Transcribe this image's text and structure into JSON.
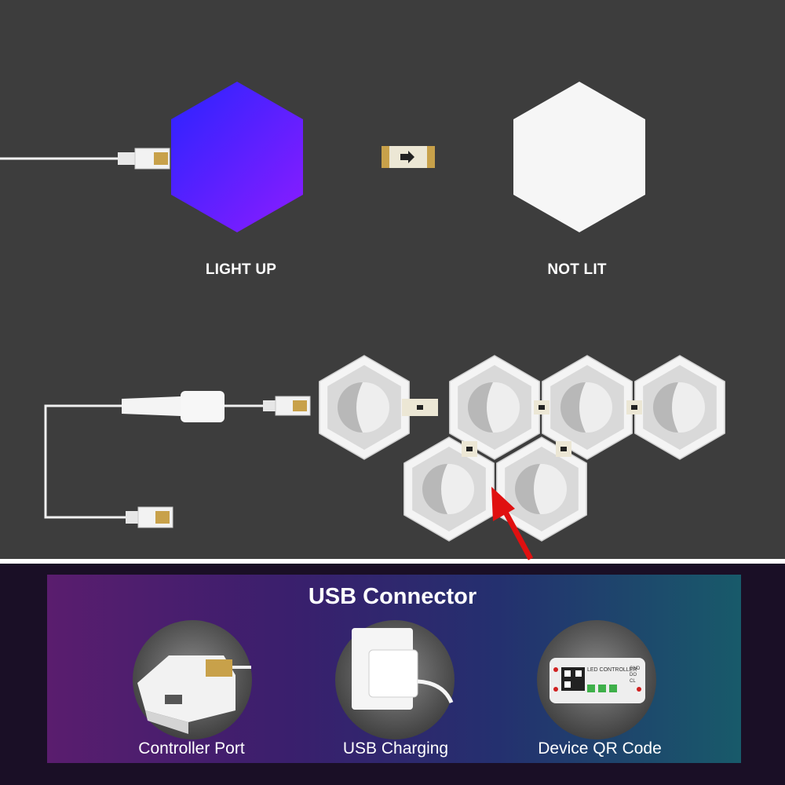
{
  "top": {
    "lit_label": "LIGHT UP",
    "unlit_label": "NOT LIT"
  },
  "banner": {
    "title": "USB Connector",
    "items": [
      {
        "label": "Controller Port",
        "icon": "controller-port-photo"
      },
      {
        "label": "USB Charging",
        "icon": "usb-charger-photo"
      },
      {
        "label": "Device QR Code",
        "icon": "led-controller-photo"
      }
    ],
    "controller_text": {
      "title": "LED CONTROLLER",
      "pins": [
        "GND",
        "DO",
        "CL"
      ]
    }
  },
  "colors": {
    "lit_gradient_start": "#2d22ff",
    "lit_gradient_end": "#8a1cff",
    "arrow": "#e01010"
  }
}
